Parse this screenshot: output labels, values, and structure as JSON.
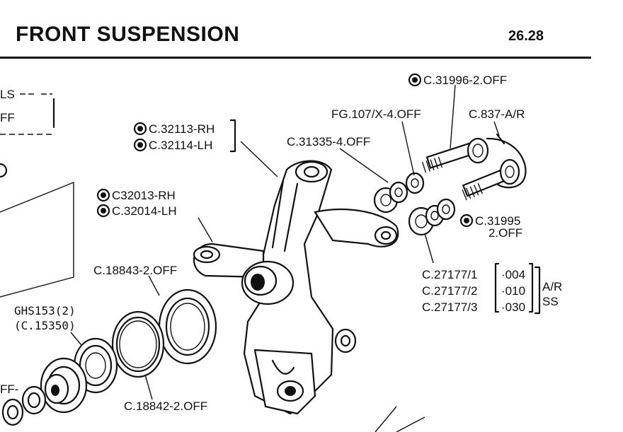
{
  "header": {
    "title": "FRONT SUSPENSION",
    "page_number": "26.28"
  },
  "callouts": {
    "bolt_top": "C.31996-2.OFF",
    "washer_fg": "FG.107/X-4.OFF",
    "split_pin": "C.837-A/R",
    "spacer": "C.31335-4.OFF",
    "bracket_rh": "C.32113-RH",
    "bracket_lh": "C.32114-LH",
    "steering_arm_rh": "C32013-RH",
    "steering_arm_lh": "C.32014-LH",
    "bolt_lower": "C.31995",
    "bolt_lower_qty": "2.OFF",
    "seal": "C.18843-2.OFF",
    "shim_1": "C.27177/1",
    "shim_1_size": "·004",
    "shim_2": "C.27177/2",
    "shim_2_size": "·010",
    "shim_3": "C.27177/3",
    "shim_3_size": "·030",
    "shim_note_1": "A/R",
    "shim_note_2": "SS",
    "bearing": "GHS153(2)",
    "bearing_alt": "(C.15350)",
    "race": "C.18842-2.OFF",
    "partial_ls": "LS",
    "partial_ff": "FF",
    "partial_ff2": "FF-"
  }
}
